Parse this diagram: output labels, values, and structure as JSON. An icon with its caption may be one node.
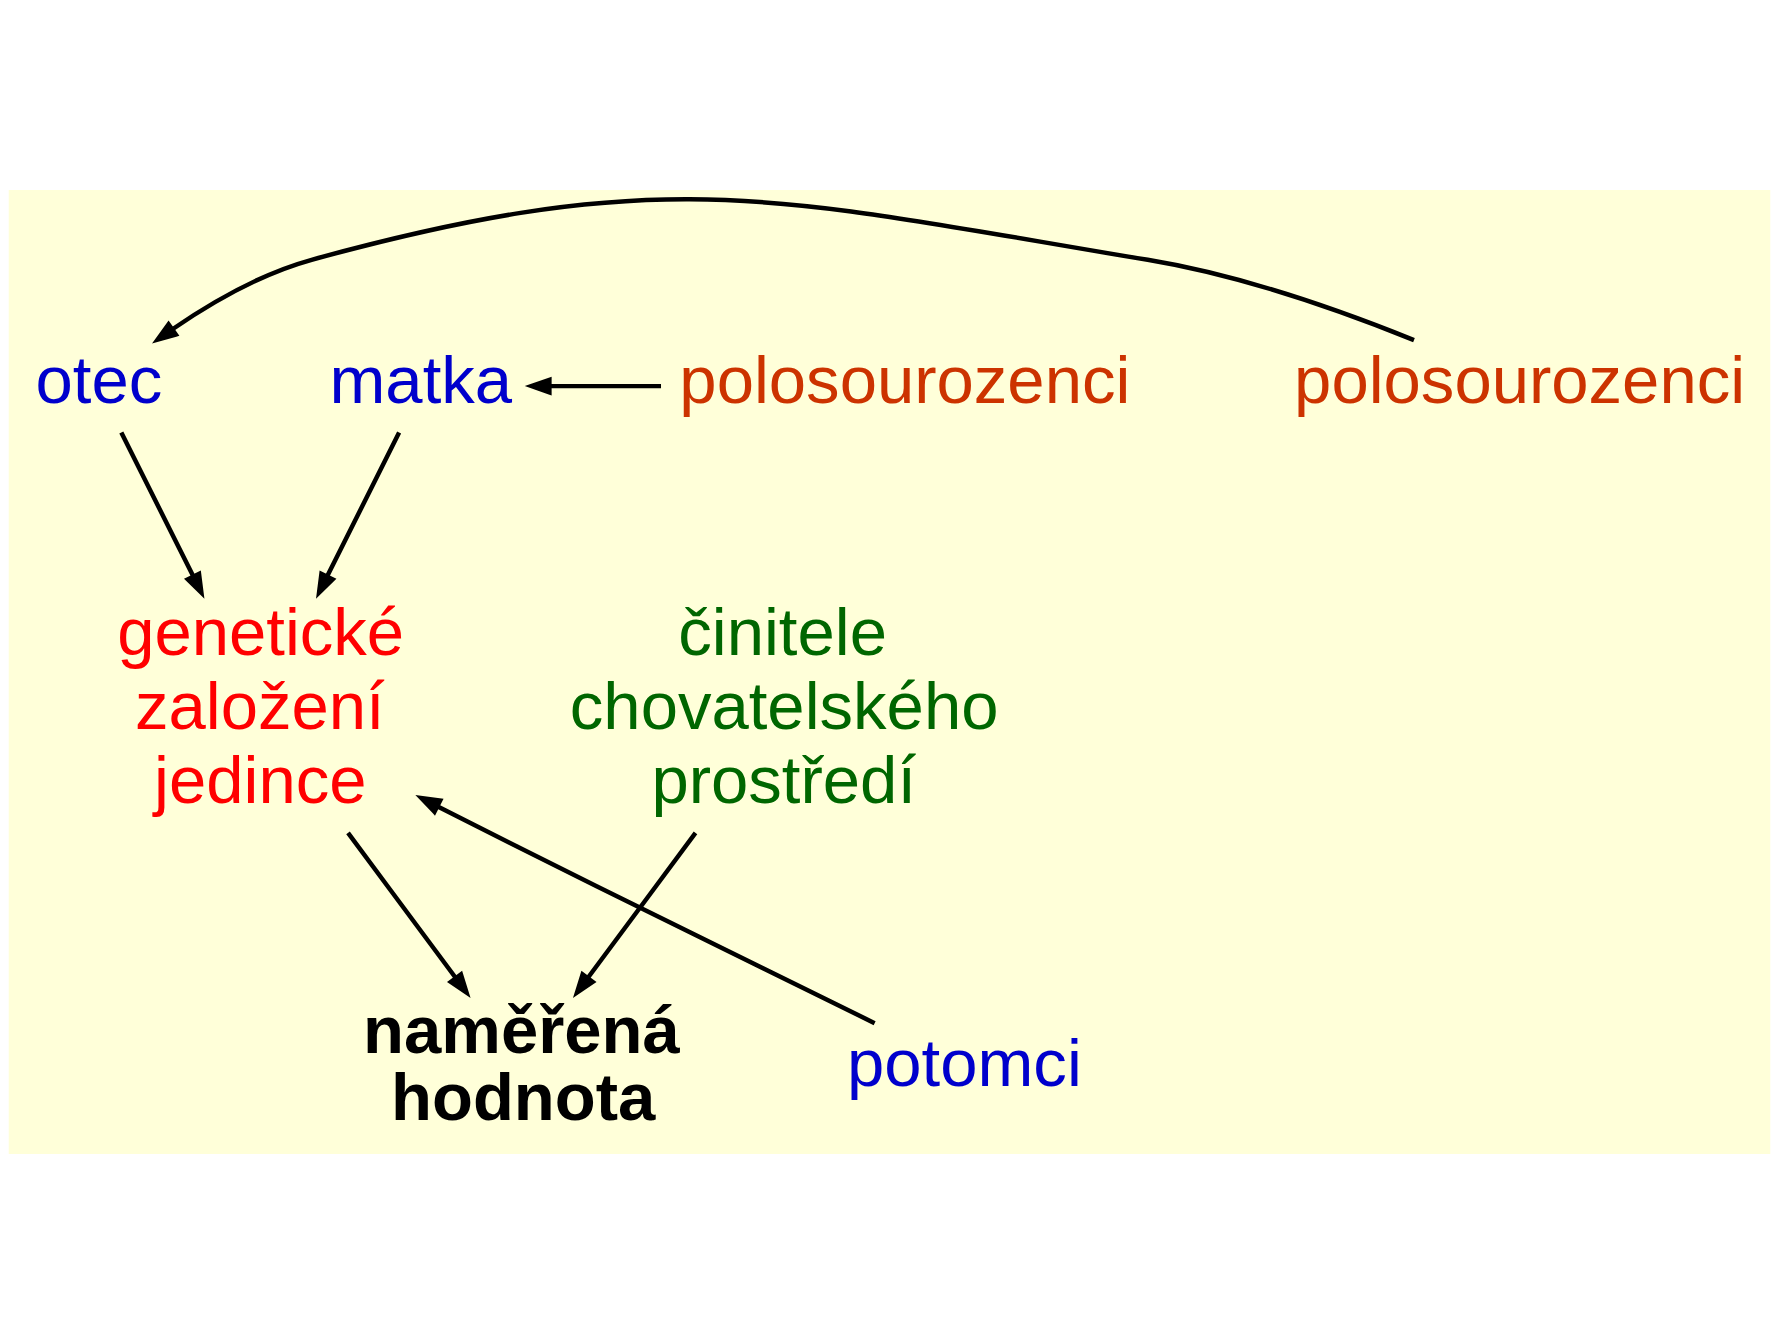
{
  "diagram": {
    "nodes": [
      {
        "text": [
          "otec"
        ]
      },
      {
        "text": [
          "matka"
        ]
      },
      {
        "text": [
          "polosourozenci"
        ]
      },
      {
        "text": [
          "polosourozenci"
        ]
      },
      {
        "text": [
          "činitele chovatelského prostředí"
        ]
      },
      {
        "text": [
          "genetické založení jedince"
        ]
      },
      {
        "text": [
          "potomci"
        ]
      },
      {
        "text": [
          "naměřená hodnota"
        ]
      }
    ],
    "edges": [
      {
        "from": 2,
        "to": 0,
        "arrow": "to"
      },
      {
        "from": 0,
        "to": 5,
        "arrow": "to"
      },
      {
        "from": 1,
        "to": 5,
        "arrow": "to"
      },
      {
        "from": 3,
        "to": 1,
        "arrow": "to"
      },
      {
        "from": 6,
        "to": 5,
        "arrow": "to"
      },
      {
        "from": 4,
        "to": 7,
        "arrow": "to"
      },
      {
        "from": 5,
        "to": 7,
        "arrow": "to"
      }
    ]
  }
}
